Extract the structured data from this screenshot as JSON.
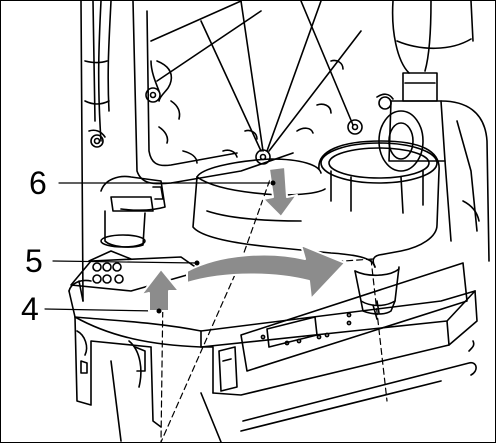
{
  "callouts": [
    {
      "id": "callout-6",
      "label": "6"
    },
    {
      "id": "callout-5",
      "label": "5"
    },
    {
      "id": "callout-4",
      "label": "4"
    }
  ],
  "colors": {
    "line": "#000000",
    "arrow_fill": "#8c8c8c",
    "arrow_stroke": "#ffffff",
    "background": "#ffffff"
  }
}
